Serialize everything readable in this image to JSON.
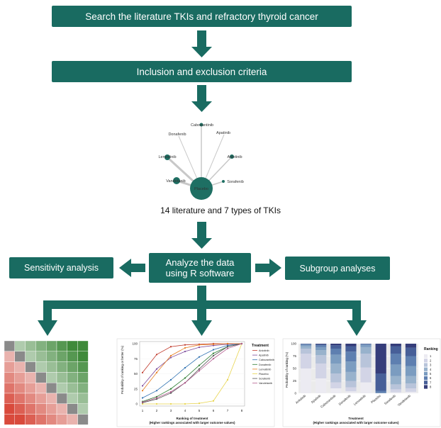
{
  "steps": {
    "search": "Search the literature TKIs and refractory thyroid cancer",
    "criteria": "Inclusion and exclusion criteria",
    "network_caption": "14 literature and 7 types of TKIs",
    "analyze_line1": "Analyze the data",
    "analyze_line2": "using R software",
    "sensitivity": "Sensitivity analysis",
    "subgroup": "Subgroup analyses"
  },
  "network": {
    "center": "Placebo",
    "nodes": [
      "Donafenib",
      "Cabozantinib",
      "Apatinib",
      "Lenvatinib",
      "Anlotinib",
      "Vandetanib",
      "Sorafenib"
    ]
  },
  "colors": {
    "box": "#196b61",
    "arrow": "#196b61",
    "node": "#1e6f63"
  },
  "chart_data": [
    {
      "type": "heatmap",
      "title": "",
      "rows": 8,
      "cols": 8,
      "description_colors": [
        "#d94a3c",
        "#f2f2f2",
        "#3f8a3a"
      ]
    },
    {
      "type": "line",
      "xlabel": "Ranking of treatment",
      "xlabel_note": "(Higher rankings associated with larger outcome values)",
      "ylabel": "Probability of ranking or better (%)",
      "x": [
        1,
        2,
        3,
        4,
        5,
        6,
        7,
        8
      ],
      "ylim": [
        0,
        100
      ],
      "yticks": [
        0,
        25,
        50,
        75,
        100
      ],
      "legend_title": "Treatment",
      "legend_position": "right",
      "series": [
        {
          "name": "Anlotinib",
          "color": "#c0392b",
          "values": [
            52,
            82,
            95,
            98,
            99,
            100,
            100,
            100
          ]
        },
        {
          "name": "Apatinib",
          "color": "#7d4b9c",
          "values": [
            30,
            58,
            77,
            87,
            94,
            97,
            99,
            100
          ]
        },
        {
          "name": "Cabozantinib",
          "color": "#2c6fb0",
          "values": [
            10,
            22,
            40,
            60,
            78,
            90,
            97,
            100
          ]
        },
        {
          "name": "Donafenib",
          "color": "#2e7d32",
          "values": [
            4,
            12,
            25,
            43,
            64,
            84,
            95,
            100
          ]
        },
        {
          "name": "Lenvatinib",
          "color": "#e67e22",
          "values": [
            22,
            52,
            80,
            93,
            98,
            99,
            100,
            100
          ]
        },
        {
          "name": "Placebo",
          "color": "#e8d44d",
          "values": [
            0,
            0,
            0,
            0,
            1,
            5,
            40,
            100
          ]
        },
        {
          "name": "Sorafenib",
          "color": "#555555",
          "values": [
            2,
            8,
            18,
            35,
            58,
            80,
            95,
            100
          ]
        },
        {
          "name": "Vandetanib",
          "color": "#b35c8f",
          "values": [
            3,
            10,
            20,
            35,
            55,
            75,
            92,
            100
          ]
        }
      ]
    },
    {
      "type": "bar",
      "stacked": true,
      "xlabel": "Treatment",
      "xlabel_note": "(Higher rankings associated with larger outcome values)",
      "ylabel": "Probability of ranking (%)",
      "ylim": [
        0,
        100
      ],
      "yticks": [
        0,
        25,
        50,
        75,
        100
      ],
      "legend_title": "Ranking",
      "legend_position": "right",
      "legend_items": [
        "1",
        "2",
        "3",
        "4",
        "5",
        "6",
        "7",
        "8"
      ],
      "legend_colors": [
        "#ecebf2",
        "#d2d4e6",
        "#b8c4da",
        "#98b2cc",
        "#7b9cc0",
        "#5e7fb0",
        "#475f98",
        "#353d7a"
      ],
      "categories": [
        "Anlotinib",
        "Apatinib",
        "Cabozantinib",
        "Donafenib",
        "Lenvatinib",
        "Placebo",
        "Sorafenib",
        "Vandetanib"
      ],
      "series_values": [
        [
          50,
          30,
          10,
          5,
          3,
          1,
          1,
          0
        ],
        [
          30,
          30,
          17,
          10,
          6,
          4,
          2,
          1
        ],
        [
          10,
          12,
          18,
          20,
          18,
          12,
          7,
          3
        ],
        [
          4,
          8,
          13,
          18,
          21,
          20,
          11,
          5
        ],
        [
          22,
          30,
          28,
          13,
          5,
          1,
          1,
          0
        ],
        [
          0,
          0,
          0,
          0,
          1,
          4,
          35,
          60
        ],
        [
          2,
          6,
          10,
          17,
          23,
          22,
          15,
          5
        ],
        [
          3,
          7,
          10,
          15,
          20,
          20,
          17,
          8
        ]
      ]
    }
  ]
}
